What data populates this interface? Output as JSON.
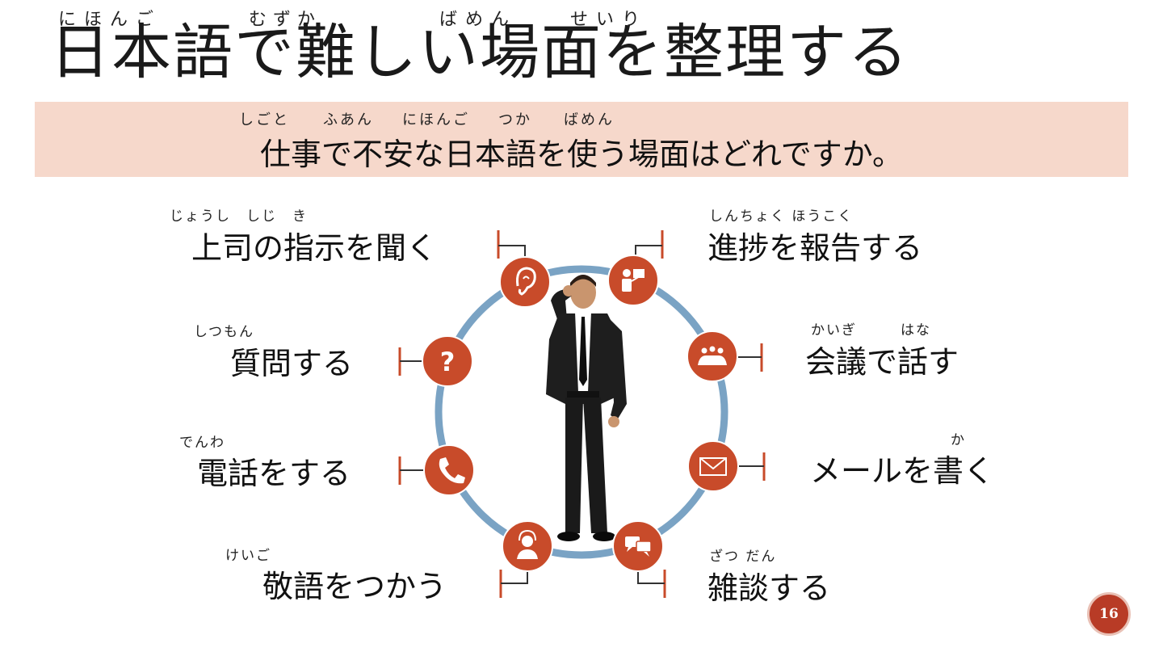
{
  "title": {
    "text": "日本語で難しい場面を整理する",
    "ruby": [
      "にほんご",
      "むずか",
      "ばめん",
      "せいり"
    ]
  },
  "question": {
    "text": "仕事で不安な日本語を使う場面はどれですか。",
    "ruby": [
      "しごと",
      "ふあん",
      "にほんご",
      "つか",
      "ばめん"
    ]
  },
  "activities": [
    {
      "label": "上司の指示を聞く",
      "ruby": "じょうし　しじ　き",
      "icon": "ear-icon"
    },
    {
      "label": "進捗を報告する",
      "ruby": "しんちょく ほうこく",
      "icon": "presenter-icon"
    },
    {
      "label": "質問する",
      "ruby": "しつもん",
      "icon": "question-icon"
    },
    {
      "label": "会議で話す",
      "ruby_1": "かいぎ",
      "ruby_2": "はな",
      "icon": "meeting-icon"
    },
    {
      "label": "電話をする",
      "ruby": "でんわ",
      "icon": "phone-icon"
    },
    {
      "label": "メールを書く",
      "ruby": "か",
      "icon": "mail-icon"
    },
    {
      "label": "敬語をつかう",
      "ruby": "けいご",
      "icon": "headset-icon"
    },
    {
      "label": "雑談する",
      "ruby": "ざつ だん",
      "icon": "chat-bubbles-icon"
    }
  ],
  "page_number": "16",
  "colors": {
    "accent": "#c84b2a",
    "band": "#f6d8cb",
    "ring": "#7aa3c4",
    "page_badge": "#b83b26"
  }
}
